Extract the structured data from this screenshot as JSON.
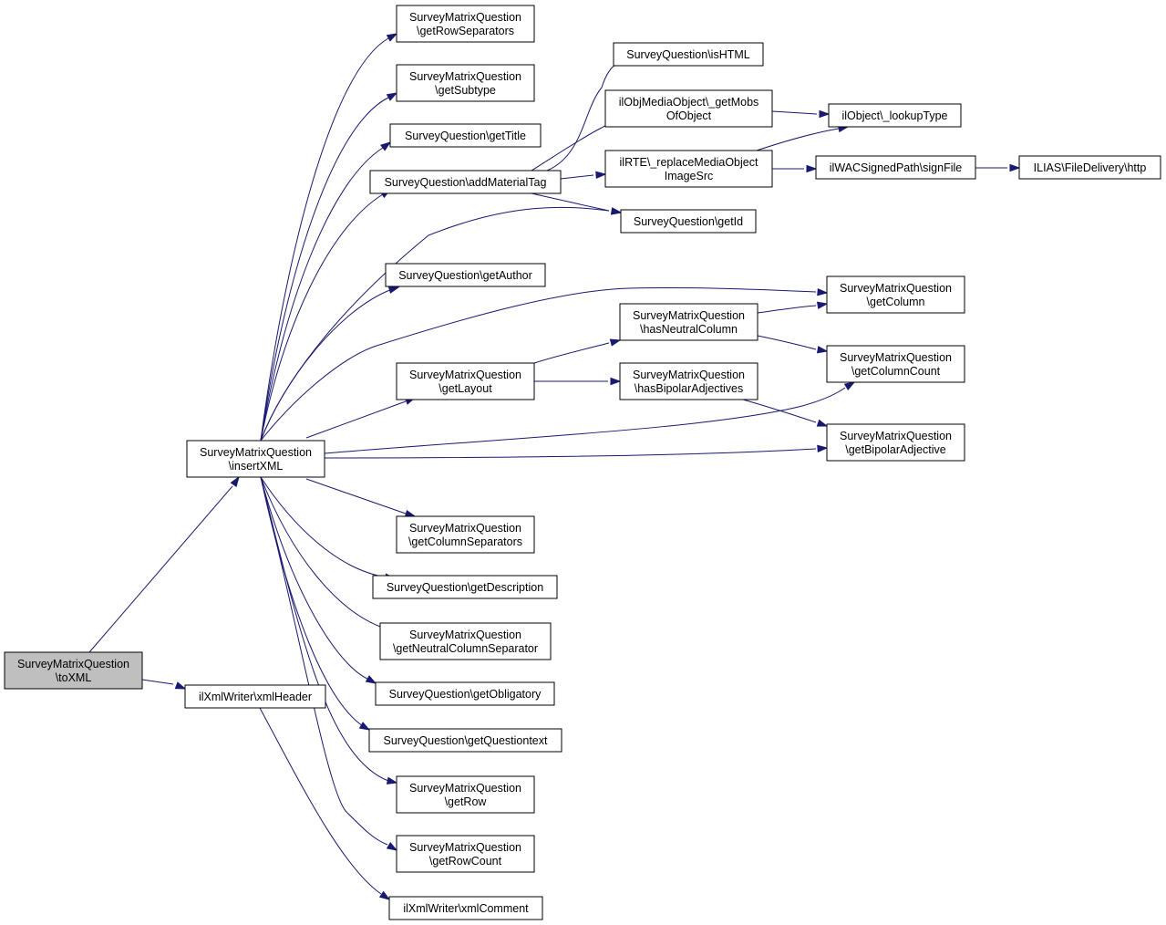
{
  "graph": {
    "colors": {
      "edge": "#191970",
      "node_border": "#000000",
      "node_fill": "#ffffff",
      "root_fill": "#bfbfbf"
    },
    "nodes": [
      {
        "id": "toXML",
        "lines": [
          "SurveyMatrixQuestion",
          "\\toXML"
        ],
        "root": true
      },
      {
        "id": "insertXML",
        "lines": [
          "SurveyMatrixQuestion",
          "\\insertXML"
        ]
      },
      {
        "id": "xmlHeader",
        "lines": [
          "ilXmlWriter\\xmlHeader"
        ]
      },
      {
        "id": "xmlComment",
        "lines": [
          "ilXmlWriter\\xmlComment"
        ]
      },
      {
        "id": "getRowSeparators",
        "lines": [
          "SurveyMatrixQuestion",
          "\\getRowSeparators"
        ]
      },
      {
        "id": "getSubtype",
        "lines": [
          "SurveyMatrixQuestion",
          "\\getSubtype"
        ]
      },
      {
        "id": "getTitle",
        "lines": [
          "SurveyQuestion\\getTitle"
        ]
      },
      {
        "id": "addMaterialTag",
        "lines": [
          "SurveyQuestion\\addMaterialTag"
        ]
      },
      {
        "id": "getAuthor",
        "lines": [
          "SurveyQuestion\\getAuthor"
        ]
      },
      {
        "id": "getLayout",
        "lines": [
          "SurveyMatrixQuestion",
          "\\getLayout"
        ]
      },
      {
        "id": "getColumnSeparators",
        "lines": [
          "SurveyMatrixQuestion",
          "\\getColumnSeparators"
        ]
      },
      {
        "id": "getDescription",
        "lines": [
          "SurveyQuestion\\getDescription"
        ]
      },
      {
        "id": "getNeutralColumnSeparator",
        "lines": [
          "SurveyMatrixQuestion",
          "\\getNeutralColumnSeparator"
        ]
      },
      {
        "id": "getObligatory",
        "lines": [
          "SurveyQuestion\\getObligatory"
        ]
      },
      {
        "id": "getQuestiontext",
        "lines": [
          "SurveyQuestion\\getQuestiontext"
        ]
      },
      {
        "id": "getRow",
        "lines": [
          "SurveyMatrixQuestion",
          "\\getRow"
        ]
      },
      {
        "id": "getRowCount",
        "lines": [
          "SurveyMatrixQuestion",
          "\\getRowCount"
        ]
      },
      {
        "id": "isHTML",
        "lines": [
          "SurveyQuestion\\isHTML"
        ]
      },
      {
        "id": "getMobsOfObject",
        "lines": [
          "ilObjMediaObject\\_getMobs",
          "OfObject"
        ]
      },
      {
        "id": "replaceMediaObjectImageSrc",
        "lines": [
          "ilRTE\\_replaceMediaObject",
          "ImageSrc"
        ]
      },
      {
        "id": "getId",
        "lines": [
          "SurveyQuestion\\getId"
        ]
      },
      {
        "id": "hasNeutralColumn",
        "lines": [
          "SurveyMatrixQuestion",
          "\\hasNeutralColumn"
        ]
      },
      {
        "id": "hasBipolarAdjectives",
        "lines": [
          "SurveyMatrixQuestion",
          "\\hasBipolarAdjectives"
        ]
      },
      {
        "id": "lookupType",
        "lines": [
          "ilObject\\_lookupType"
        ]
      },
      {
        "id": "signFile",
        "lines": [
          "ilWACSignedPath\\signFile"
        ]
      },
      {
        "id": "http",
        "lines": [
          "ILIAS\\FileDelivery\\http"
        ]
      },
      {
        "id": "getColumn",
        "lines": [
          "SurveyMatrixQuestion",
          "\\getColumn"
        ]
      },
      {
        "id": "getColumnCount",
        "lines": [
          "SurveyMatrixQuestion",
          "\\getColumnCount"
        ]
      },
      {
        "id": "getBipolarAdjective",
        "lines": [
          "SurveyMatrixQuestion",
          "\\getBipolarAdjective"
        ]
      }
    ]
  }
}
